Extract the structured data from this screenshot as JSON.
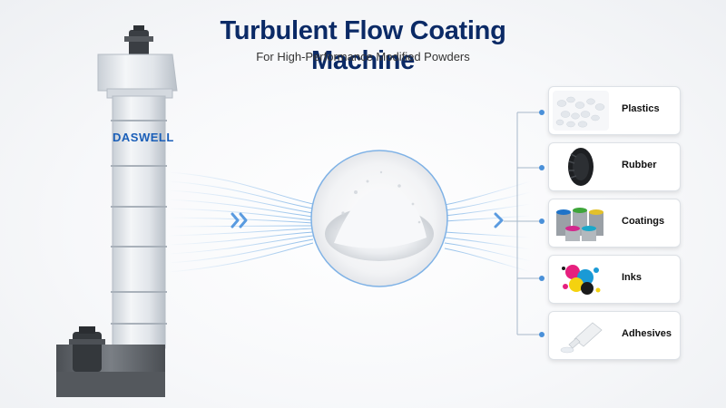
{
  "header": {
    "title": "Turbulent Flow Coating Machine",
    "subtitle": "For High-Performance Modified Powders"
  },
  "machine": {
    "brand": "DASWELL"
  },
  "applications": [
    {
      "label": "Plastics",
      "icon": "plastic-pellets-icon"
    },
    {
      "label": "Rubber",
      "icon": "tire-icon"
    },
    {
      "label": "Coatings",
      "icon": "paint-cans-icon"
    },
    {
      "label": "Inks",
      "icon": "ink-splash-icon"
    },
    {
      "label": "Adhesives",
      "icon": "glue-bottle-icon"
    }
  ],
  "colors": {
    "title": "#0b2a66",
    "accent": "#4a90d9",
    "brand": "#1b5fb8",
    "machine": "#e3e7ec",
    "base": "#5b5f64"
  }
}
